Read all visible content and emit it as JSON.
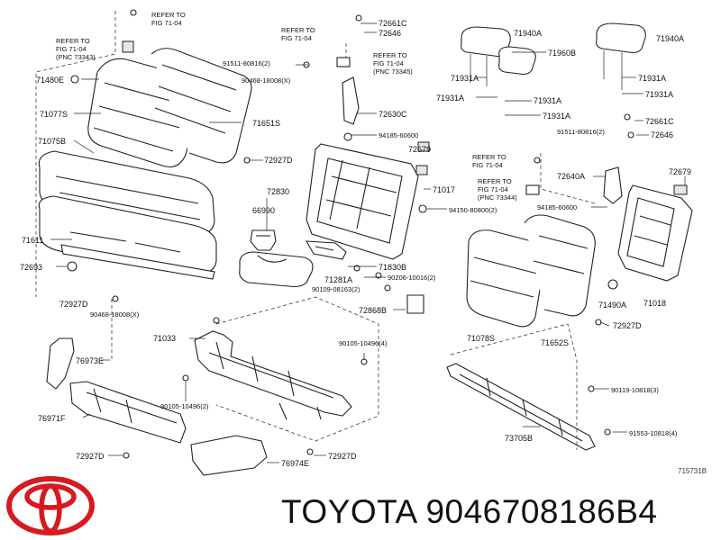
{
  "brand": {
    "name": "TOYOTA",
    "part_number": "9046708186B4"
  },
  "diagram_code": "715731B",
  "labels": [
    {
      "id": "refer1",
      "text": "REFER TO"
    },
    {
      "id": "refer1b",
      "text": "FIG 71-04"
    },
    {
      "id": "refer2",
      "text": "REFER TO"
    },
    {
      "id": "refer2b",
      "text": "FIG 71-04"
    },
    {
      "id": "refer2c",
      "text": "(PNC 73343)"
    },
    {
      "id": "p71480e",
      "text": "71480E"
    },
    {
      "id": "p71077s",
      "text": "71077S"
    },
    {
      "id": "p71075b",
      "text": "71075B"
    },
    {
      "id": "p71611",
      "text": "71611"
    },
    {
      "id": "p72693",
      "text": "72693"
    },
    {
      "id": "p72927d_a",
      "text": "72927D"
    },
    {
      "id": "p90468_a",
      "text": "90468-18008(X)"
    },
    {
      "id": "p71651s",
      "text": "71651S"
    },
    {
      "id": "p72927d_b",
      "text": "72927D"
    },
    {
      "id": "p90468_b",
      "text": "90468-18008(X)"
    },
    {
      "id": "p91511_a",
      "text": "91511-80816(2)"
    },
    {
      "id": "refer3",
      "text": "REFER TO"
    },
    {
      "id": "refer3b",
      "text": "FIG 71-04"
    },
    {
      "id": "p72661c_a",
      "text": "72661C"
    },
    {
      "id": "p72646_a",
      "text": "72646"
    },
    {
      "id": "refer4",
      "text": "REFER TO"
    },
    {
      "id": "refer4b",
      "text": "FIG 71-04"
    },
    {
      "id": "refer4c",
      "text": "(PNC 73345)"
    },
    {
      "id": "p72630c",
      "text": "72630C"
    },
    {
      "id": "p94185_a",
      "text": "94185-60600"
    },
    {
      "id": "p72679_a",
      "text": "72679"
    },
    {
      "id": "p71017",
      "text": "71017"
    },
    {
      "id": "p94150",
      "text": "94150-80800(2)"
    },
    {
      "id": "p72830",
      "text": "72830"
    },
    {
      "id": "p66990",
      "text": "66990"
    },
    {
      "id": "p71830b",
      "text": "71830B"
    },
    {
      "id": "p90206",
      "text": "90206-10016(2)"
    },
    {
      "id": "p71281a",
      "text": "71281A"
    },
    {
      "id": "p90109",
      "text": "90109-08163(2)"
    },
    {
      "id": "p72868b",
      "text": "72868B"
    },
    {
      "id": "p71940a_a",
      "text": "71940A"
    },
    {
      "id": "p71960b",
      "text": "71960B"
    },
    {
      "id": "p71931a_1",
      "text": "71931A"
    },
    {
      "id": "p71931a_2",
      "text": "71931A"
    },
    {
      "id": "p71931a_3",
      "text": "71931A"
    },
    {
      "id": "p71931a_4",
      "text": "71931A"
    },
    {
      "id": "p71940a_b",
      "text": "71940A"
    },
    {
      "id": "p71931a_5",
      "text": "71931A"
    },
    {
      "id": "p71931a_6",
      "text": "71931A"
    },
    {
      "id": "p72661c_b",
      "text": "72661C"
    },
    {
      "id": "p91511_b",
      "text": "91511-80816(2)"
    },
    {
      "id": "p72646_b",
      "text": "72646"
    },
    {
      "id": "refer5",
      "text": "REFER TO"
    },
    {
      "id": "refer5b",
      "text": "FIG 71-04"
    },
    {
      "id": "refer6",
      "text": "REFER TO"
    },
    {
      "id": "refer6b",
      "text": "FIG 71-04"
    },
    {
      "id": "refer6c",
      "text": "(PNC 73344)"
    },
    {
      "id": "p72640a",
      "text": "72640A"
    },
    {
      "id": "p72679_b",
      "text": "72679"
    },
    {
      "id": "p94185_b",
      "text": "94185-60600"
    },
    {
      "id": "p71490a",
      "text": "71490A"
    },
    {
      "id": "p71018",
      "text": "71018"
    },
    {
      "id": "p71078s",
      "text": "71078S"
    },
    {
      "id": "p71652s",
      "text": "71652S"
    },
    {
      "id": "p72927d_c",
      "text": "72927D"
    },
    {
      "id": "p71033",
      "text": "71033"
    },
    {
      "id": "p90105_a",
      "text": "90105-10496(4)"
    },
    {
      "id": "p76973e",
      "text": "76973E"
    },
    {
      "id": "p90105_b",
      "text": "90105-10496(2)"
    },
    {
      "id": "p76971f",
      "text": "76971F"
    },
    {
      "id": "p72927d_d",
      "text": "72927D"
    },
    {
      "id": "p72927d_e",
      "text": "72927D"
    },
    {
      "id": "p76974e",
      "text": "76974E"
    },
    {
      "id": "p90119",
      "text": "90119-10818(3)"
    },
    {
      "id": "p73705b",
      "text": "73705B"
    },
    {
      "id": "p91553",
      "text": "91553-10818(4)"
    }
  ]
}
